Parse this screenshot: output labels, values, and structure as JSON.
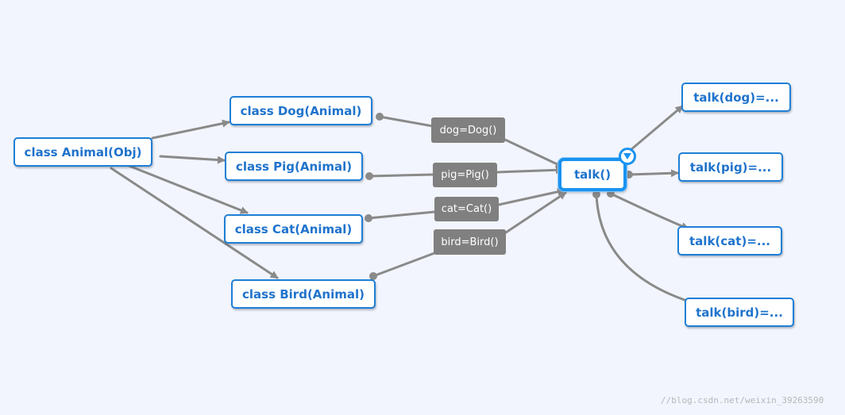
{
  "nodes": {
    "animal": "class Animal(Obj)",
    "dog": "class Dog(Animal)",
    "pig": "class Pig(Animal)",
    "cat": "class Cat(Animal)",
    "bird": "class Bird(Animal)",
    "talk": "talk()",
    "talk_dog": "talk(dog)=...",
    "talk_pig": "talk(pig)=...",
    "talk_cat": "talk(cat)=...",
    "talk_bird": "talk(bird)=..."
  },
  "labels": {
    "dog": "dog=Dog()",
    "pig": "pig=Pig()",
    "cat": "cat=Cat()",
    "bird": "bird=Bird()"
  },
  "watermark": "//blog.csdn.net/weixin_39263590",
  "colors": {
    "background": "#f2f5fd",
    "node_border": "#1e7fd6",
    "node_text": "#1f73cc",
    "selected_border": "#1a93f0",
    "connector": "#8a8a8a",
    "label_bg": "#808080"
  },
  "icons": {
    "collapse_toggle": "triangle-down-icon"
  }
}
